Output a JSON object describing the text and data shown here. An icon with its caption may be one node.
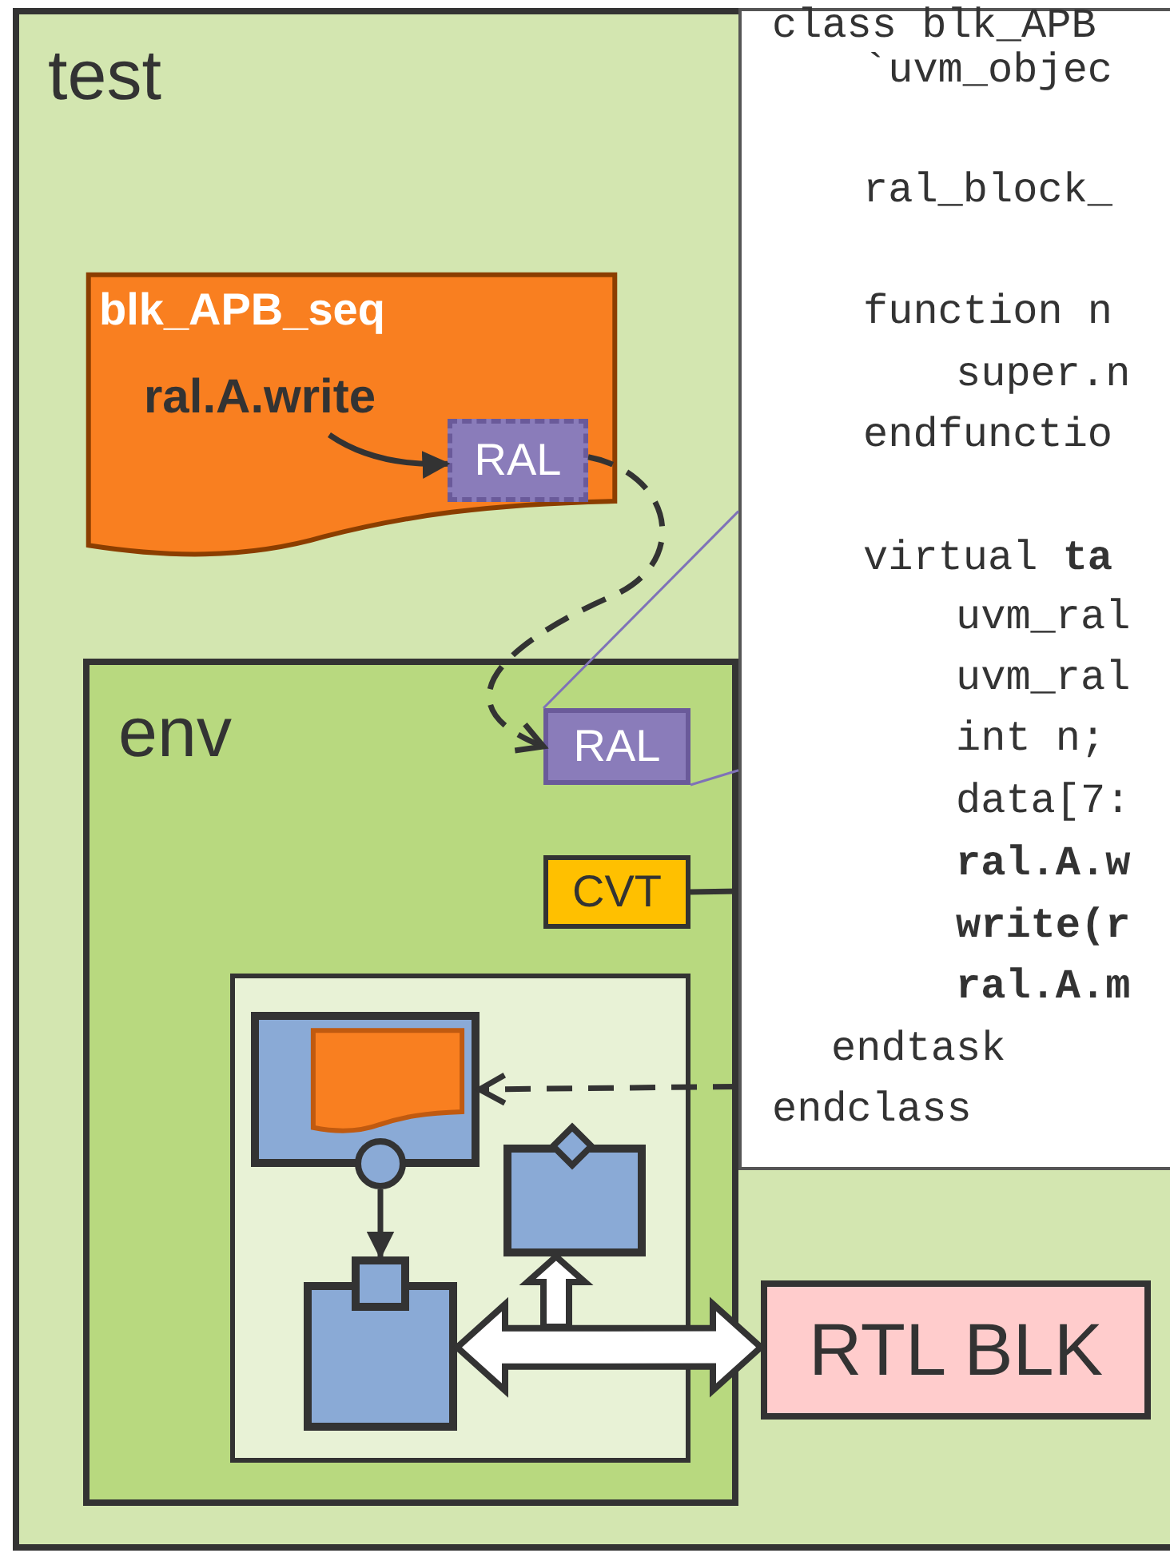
{
  "diagram": {
    "nodes": [
      {
        "text": [
          "test"
        ]
      },
      {
        "text": [
          "blk_APB_seq"
        ],
        "in": 0
      },
      {
        "text": [
          "ral.A.write"
        ],
        "in": 1
      },
      {
        "text": [
          "RAL"
        ],
        "in": 1
      },
      {
        "text": [
          "env"
        ],
        "in": 0
      },
      {
        "text": [
          "RAL"
        ],
        "in": 4
      },
      {
        "text": [
          "CVT"
        ],
        "in": 4
      },
      {
        "text": [],
        "shape": "box",
        "in": 4
      },
      {
        "text": [],
        "shape": "box",
        "in": 7
      },
      {
        "text": [],
        "shape": "document",
        "in": 8
      },
      {
        "text": [],
        "shape": "circle",
        "in": 7
      },
      {
        "text": [],
        "shape": "box",
        "in": 7
      },
      {
        "text": [],
        "shape": "diamond",
        "in": 7
      },
      {
        "text": [],
        "shape": "box",
        "in": 7
      },
      {
        "text": [],
        "shape": "box",
        "in": 7
      },
      {
        "text": [
          "RTL BLK"
        ],
        "in": 0
      },
      {
        "in": 0,
        "text": [
          "class blk_APB",
          "`uvm_objec",
          "ral_block_",
          "function n",
          "super.n",
          "endfunctio",
          "virtual **ta**",
          "uvm_ral",
          "uvm_ral",
          "int n;",
          "data[7:",
          "ral.A.w",
          "write(r",
          "ral.A.m",
          "endtask",
          "endclass"
        ]
      }
    ],
    "edges": [
      {
        "from": 2,
        "to": 3,
        "arrow": "to"
      },
      {
        "from": 3,
        "to": 5,
        "arrow": "to",
        "style": "dashed"
      },
      {
        "from": 5,
        "to": 16,
        "arrow": "none",
        "color": "#7f72b8"
      },
      {
        "from": 5,
        "to": 16,
        "arrow": "none",
        "color": "#7f72b8"
      },
      {
        "from": 6,
        "to": 16,
        "arrow": "none"
      },
      {
        "from": 16,
        "to": 8,
        "arrow": "to",
        "style": "dashed"
      },
      {
        "from": 10,
        "to": 14,
        "arrow": "to"
      },
      {
        "from": 13,
        "to": 15,
        "arrow": "both",
        "style": "thick"
      },
      {
        "from": null,
        "to": 11,
        "arrow": "to",
        "style": "thick"
      }
    ]
  }
}
